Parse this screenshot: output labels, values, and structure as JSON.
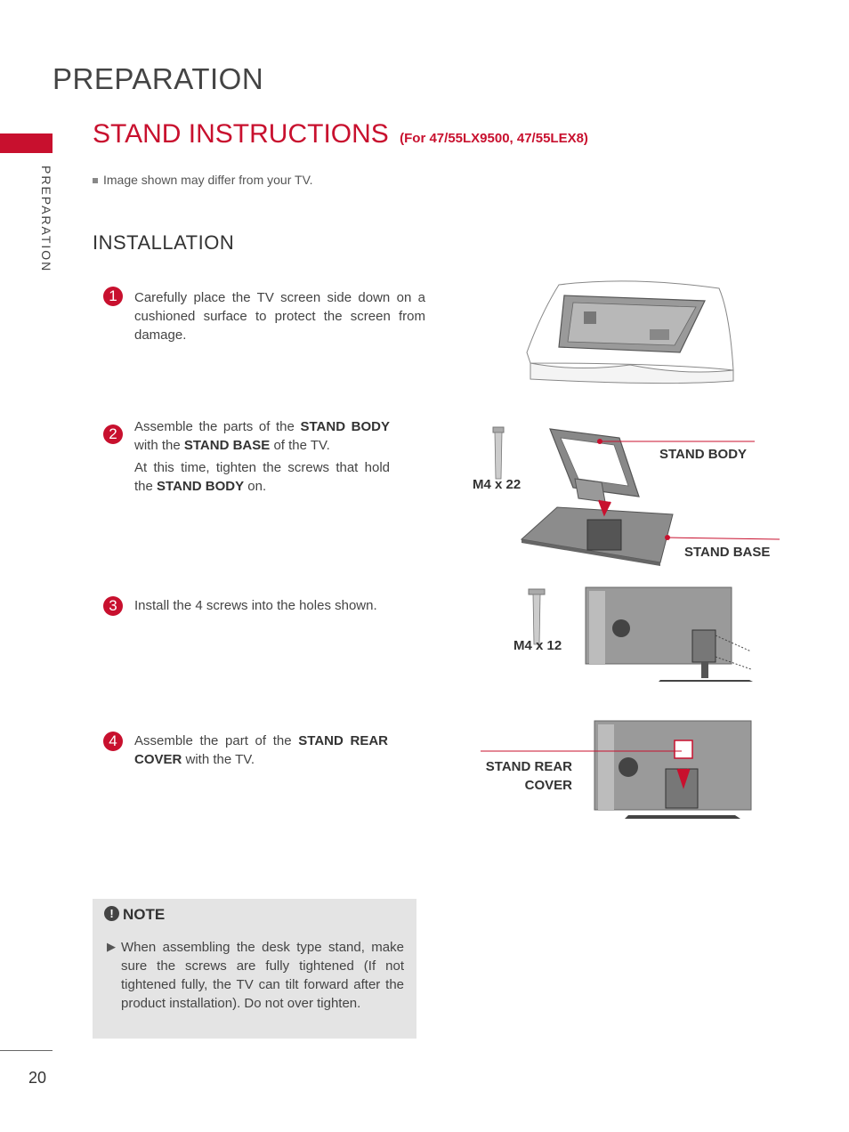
{
  "header": {
    "title": "PREPARATION"
  },
  "sidebar": {
    "label": "PREPARATION"
  },
  "section": {
    "title": "STAND INSTRUCTIONS",
    "subtitle": "(For 47/55LX9500, 47/55LEX8)",
    "bullet": "Image shown may differ from your TV."
  },
  "installation": {
    "title": "INSTALLATION",
    "steps": [
      {
        "num": "1",
        "text": "Carefully place the TV screen side down on a cushioned surface to protect the screen from damage."
      },
      {
        "num": "2",
        "p1_a": "Assemble the parts of the ",
        "p1_b": "STAND BODY",
        "p1_c": " with the ",
        "p1_d": "STAND BASE",
        "p1_e": " of the TV.",
        "p2_a": "At this time, tighten the screws that hold the ",
        "p2_b": "STAND BODY",
        "p2_c": " on."
      },
      {
        "num": "3",
        "text": "Install the 4 screws into the holes shown."
      },
      {
        "num": "4",
        "p_a": "Assemble the part of the ",
        "p_b": "STAND REAR COVER",
        "p_c": " with the TV."
      }
    ]
  },
  "figures": {
    "screw1": "M4 x 22",
    "stand_body": "STAND BODY",
    "stand_base": "STAND BASE",
    "screw2": "M4 x 12",
    "rear_cover_1": "STAND REAR",
    "rear_cover_2": "COVER"
  },
  "note": {
    "heading": "NOTE",
    "icon": "exclamation-icon",
    "text": "When assembling the desk type stand, make sure the screws are fully tightened (If not tightened fully, the TV can tilt forward after the product installation). Do not  over tighten."
  },
  "footer": {
    "page_number": "20"
  },
  "colors": {
    "accent": "#c8102e",
    "note_bg": "#e4e4e4"
  }
}
